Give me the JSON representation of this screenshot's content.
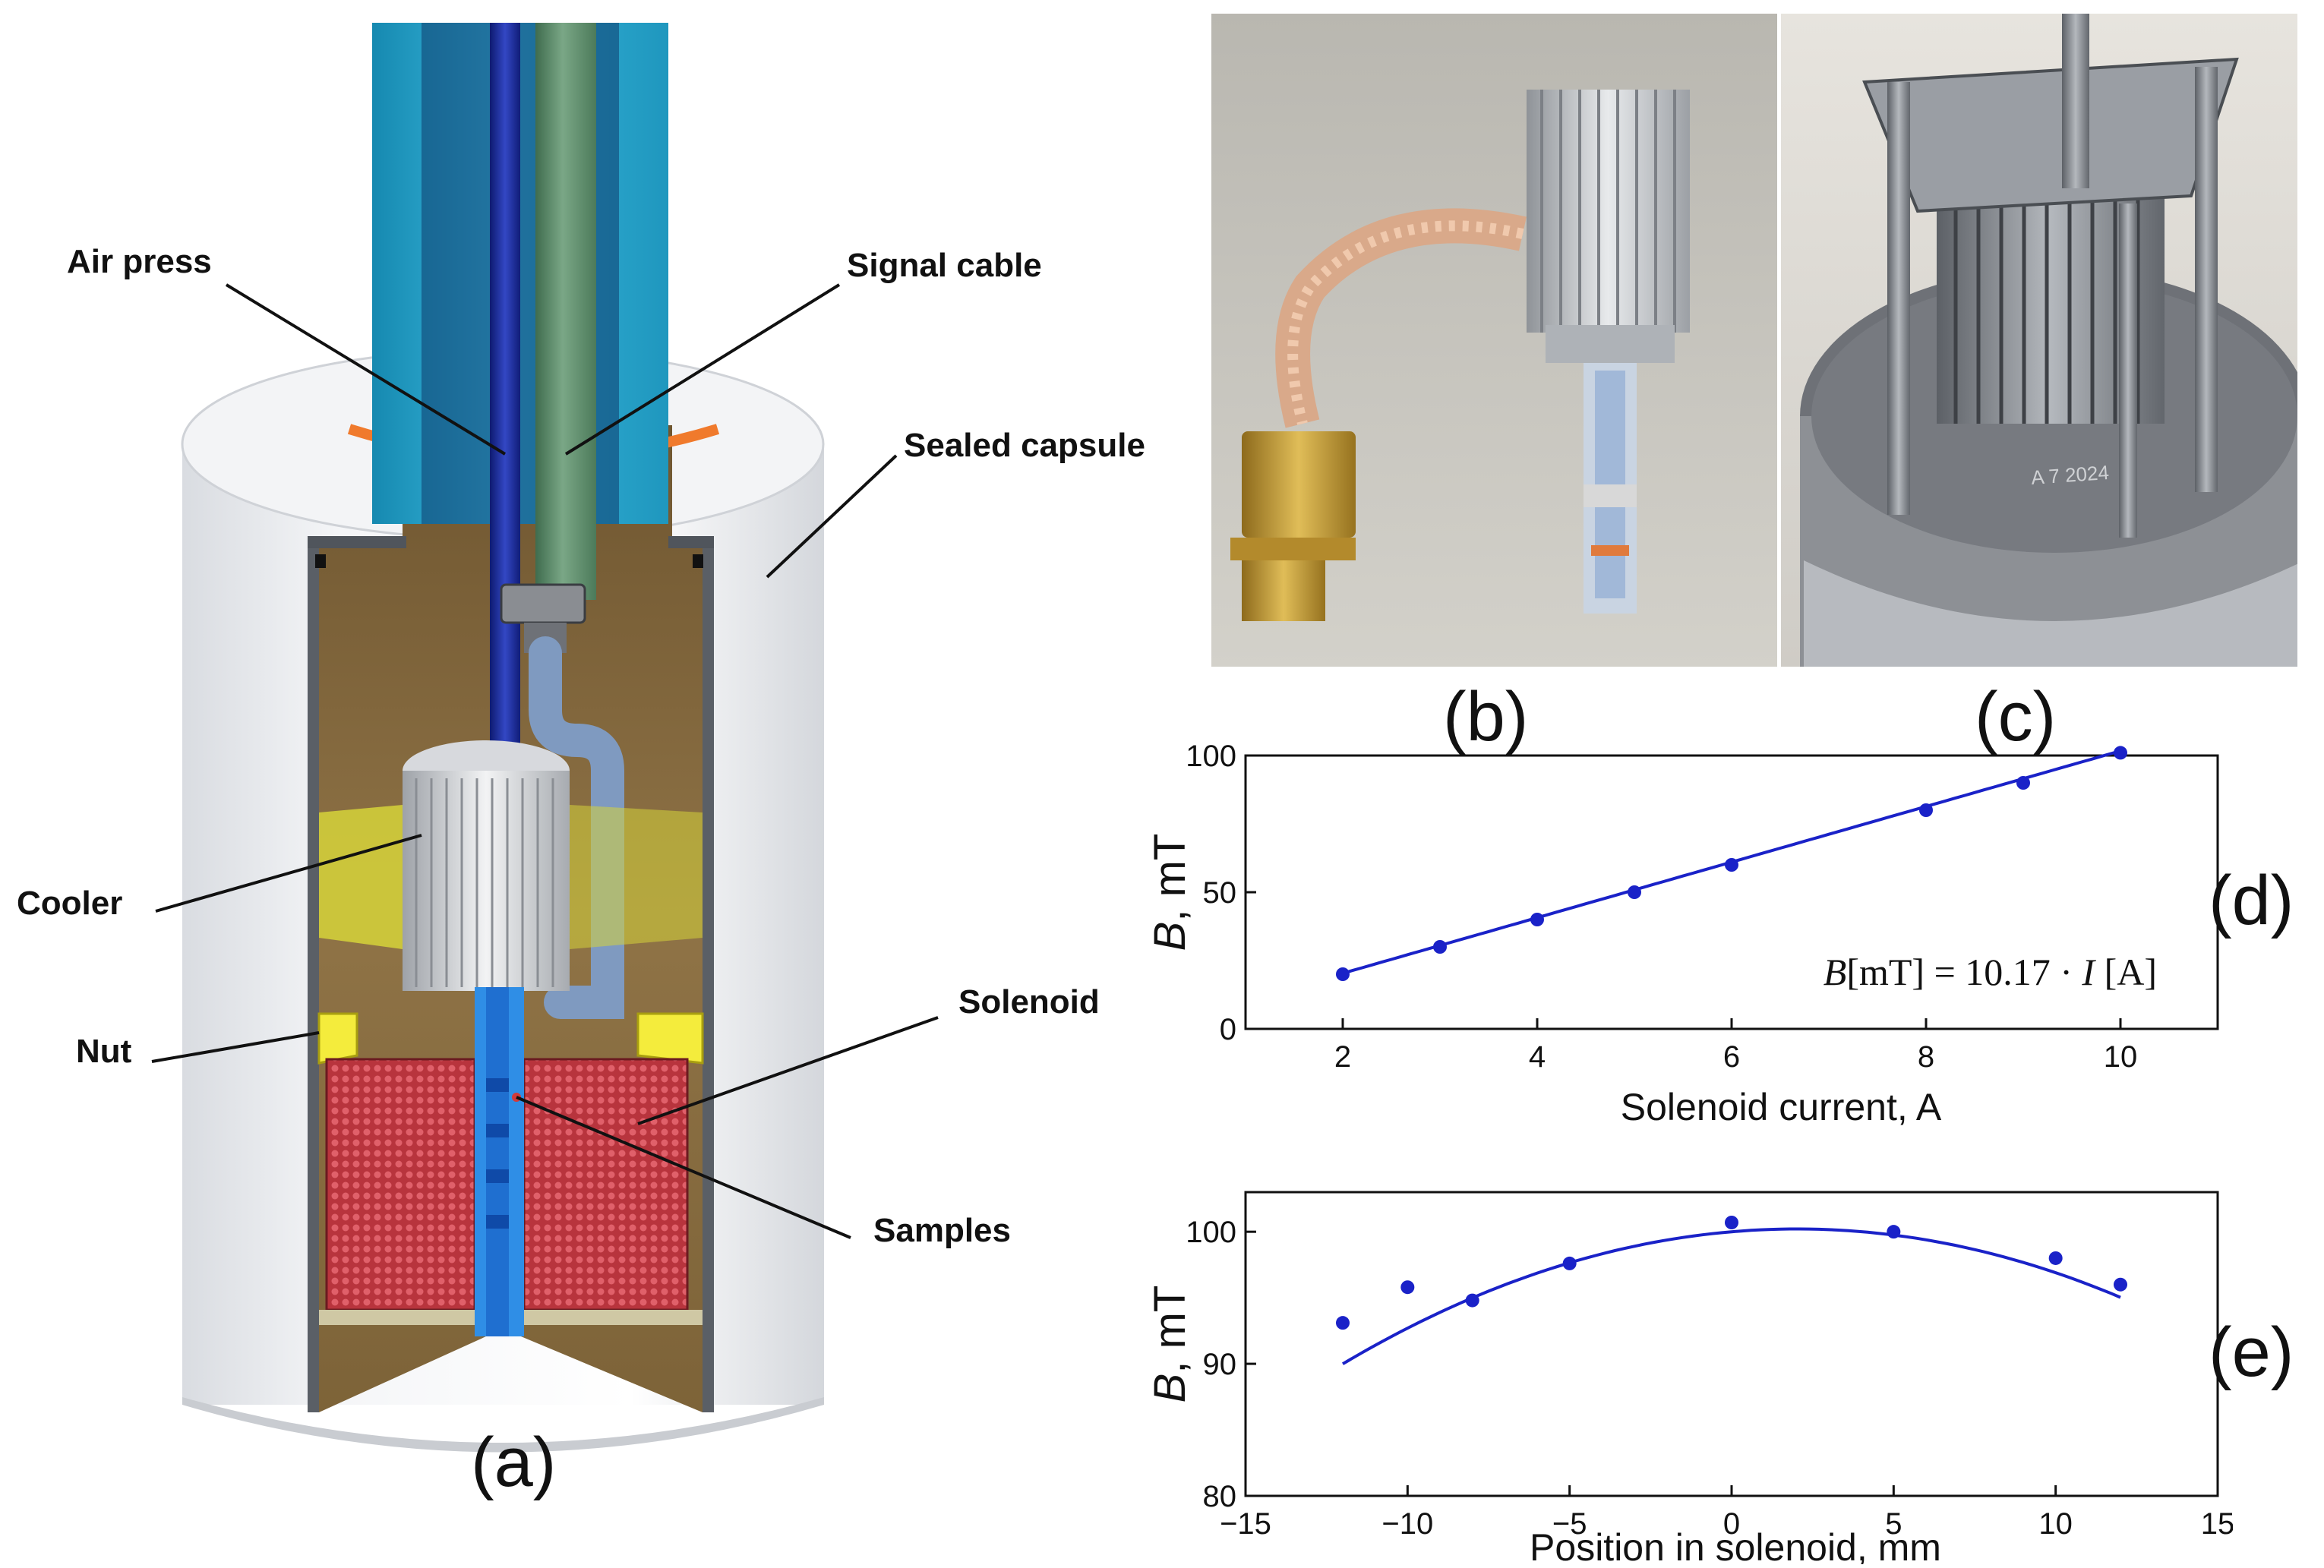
{
  "panels": {
    "a": "(a)",
    "b": "(b)",
    "c": "(c)",
    "d": "(d)",
    "e": "(e)"
  },
  "diagram": {
    "callouts": {
      "air_press": "Air press",
      "signal_cable": "Signal cable",
      "sealed_capsule": "Sealed capsule",
      "cooler": "Cooler",
      "nut": "Nut",
      "solenoid": "Solenoid",
      "samples": "Samples"
    },
    "colors": {
      "capsule": "#e6e8ec",
      "interior": "#8a6e44",
      "tube_outer": "#2aa5c8",
      "air_rod": "#1e2f9a",
      "signal_cable": "#5f8f6c",
      "cooler": "#cfd2d6",
      "nut": "#f4ec3c",
      "solenoid": "#c8414a",
      "bore": "#2f8ee6",
      "ring": "#f07a2c"
    }
  },
  "photos": {
    "b_text": "",
    "c_engraving": "A 7  2024"
  },
  "chart_data": [
    {
      "type": "scatter",
      "panel": "d",
      "x": [
        2,
        3,
        4,
        5,
        6,
        8,
        9,
        10
      ],
      "y": [
        20,
        30,
        40,
        50,
        60,
        80,
        90,
        101
      ],
      "fit": {
        "kind": "linear",
        "slope": 10.17,
        "intercept": 0
      },
      "equation": {
        "lhs": "B",
        "units_b": "[mT] = 10.17 · ",
        "var": "I",
        "units_i": " [A]"
      },
      "xlabel": "Solenoid current, A",
      "ylabel_italic": "B",
      "ylabel_rest": ", mT",
      "xlim": [
        1,
        11
      ],
      "ylim": [
        0,
        100
      ],
      "xticks": [
        2,
        4,
        6,
        8,
        10
      ],
      "yticks": [
        0,
        50,
        100
      ],
      "color": "#1a22c8",
      "grid": false
    },
    {
      "type": "scatter",
      "panel": "e",
      "x": [
        -12,
        -10,
        -8,
        -5,
        0,
        5,
        10,
        12
      ],
      "y": [
        93.1,
        95.8,
        94.8,
        97.6,
        100.7,
        100.0,
        98.0,
        96.0
      ],
      "fit": {
        "kind": "quadratic",
        "a": -0.052,
        "b": 0.21,
        "c": 100.0
      },
      "xlabel": "Position in solenoid, mm",
      "ylabel_italic": "B",
      "ylabel_rest": ", mT",
      "xlim": [
        -15,
        15
      ],
      "ylim": [
        80,
        103
      ],
      "xticks": [
        -15,
        -10,
        -5,
        0,
        5,
        10,
        15
      ],
      "yticks": [
        80,
        90,
        100
      ],
      "color": "#1a22c8",
      "grid": false
    }
  ]
}
